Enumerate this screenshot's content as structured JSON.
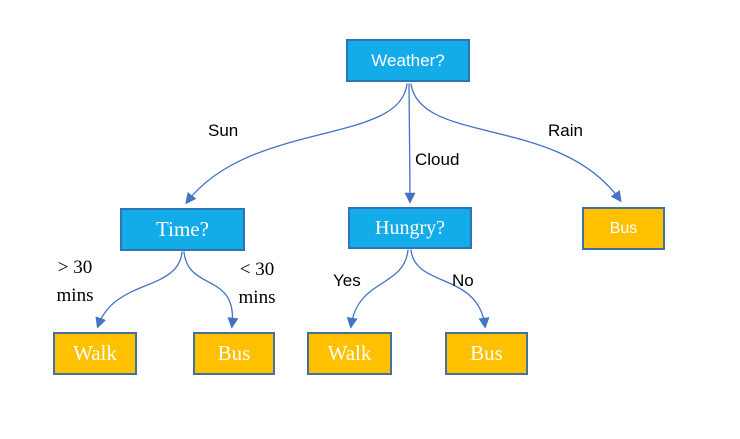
{
  "diagram": {
    "type": "decision-tree",
    "background": "#FFFFFF"
  },
  "colors": {
    "decision_fill": "#14ABE9",
    "decision_border": "#2E75B6",
    "leaf_fill": "#FFC000",
    "leaf_border": "#41719C",
    "connector": "#4472C4",
    "node_text": "#FFFFFF",
    "edge_label_text": "#000000"
  },
  "nodes": {
    "weather": {
      "label": "Weather?",
      "type": "decision"
    },
    "time": {
      "label": "Time?",
      "type": "decision"
    },
    "hungry": {
      "label": "Hungry?",
      "type": "decision"
    },
    "bus_rain": {
      "label": "Bus",
      "type": "leaf"
    },
    "walk_time": {
      "label": "Walk",
      "type": "leaf"
    },
    "bus_time": {
      "label": "Bus",
      "type": "leaf"
    },
    "walk_hungry": {
      "label": "Walk",
      "type": "leaf"
    },
    "bus_hungry": {
      "label": "Bus",
      "type": "leaf"
    }
  },
  "edges": {
    "sun": {
      "label": "Sun",
      "from": "weather",
      "to": "time"
    },
    "cloud": {
      "label": "Cloud",
      "from": "weather",
      "to": "hungry"
    },
    "rain": {
      "label": "Rain",
      "from": "weather",
      "to": "bus_rain"
    },
    "gt30": {
      "label_line1": "> 30",
      "label_line2": "mins",
      "from": "time",
      "to": "walk_time"
    },
    "lt30": {
      "label_line1": "< 30",
      "label_line2": "mins",
      "from": "time",
      "to": "bus_time"
    },
    "yes": {
      "label": "Yes",
      "from": "hungry",
      "to": "walk_hungry"
    },
    "no": {
      "label": "No",
      "from": "hungry",
      "to": "bus_hungry"
    }
  }
}
